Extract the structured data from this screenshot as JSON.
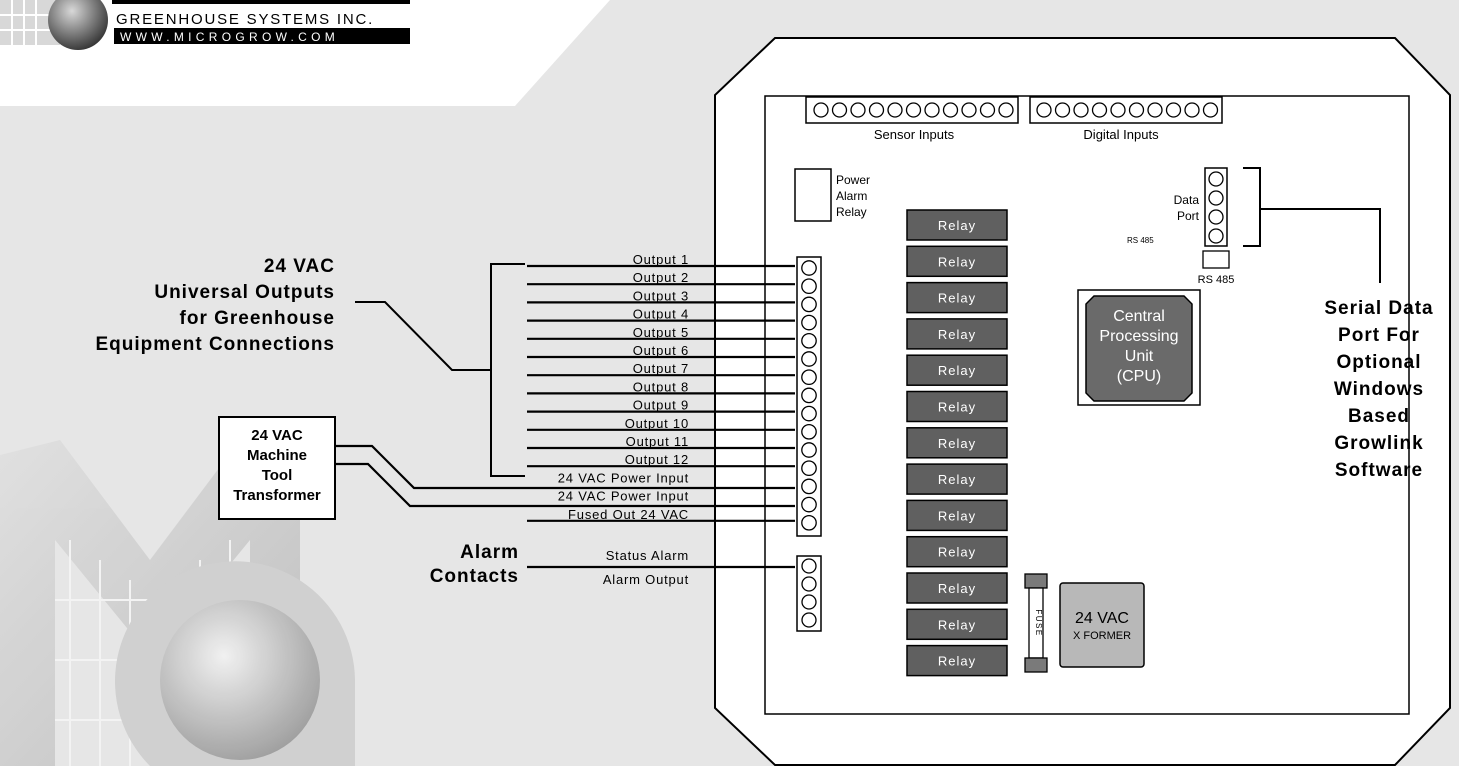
{
  "logo": {
    "company": "GREENHOUSE SYSTEMS INC.",
    "url": "WWW.MICROGROW.COM",
    "monogram": "MG",
    "icon": "globe-icon"
  },
  "board": {
    "sensor_inputs": "Sensor Inputs",
    "digital_inputs": "Digital Inputs",
    "power_alarm_relay": [
      "Power",
      "Alarm",
      "Relay"
    ],
    "data_port": [
      "Data",
      "Port"
    ],
    "rs485_small": "RS 485",
    "rs485_label": "RS 485",
    "cpu": [
      "Central",
      "Processing",
      "Unit",
      "(CPU)"
    ],
    "relays": [
      "Relay",
      "Relay",
      "Relay",
      "Relay",
      "Relay",
      "Relay",
      "Relay",
      "Relay",
      "Relay",
      "Relay",
      "Relay",
      "Relay",
      "Relay"
    ],
    "fuse": "FUSE",
    "xformer": [
      "24 VAC",
      "X FORMER"
    ]
  },
  "terminals": [
    "Output 1",
    "Output 2",
    "Output 3",
    "Output 4",
    "Output 5",
    "Output 6",
    "Output 7",
    "Output 8",
    "Output 9",
    "Output 10",
    "Output 11",
    "Output 12",
    "24 VAC Power Input",
    "24 VAC Power Input",
    "Fused Out 24 VAC"
  ],
  "alarm_terminals": [
    "Status Alarm",
    "Alarm Output"
  ],
  "callouts": {
    "outputs": [
      "24 VAC",
      "Universal Outputs",
      "for Greenhouse",
      "Equipment Connections"
    ],
    "transformer": [
      "24 VAC",
      "Machine",
      "Tool",
      "Transformer"
    ],
    "alarm": [
      "Alarm",
      "Contacts"
    ],
    "serial": [
      "Serial Data",
      "Port For",
      "Optional",
      "Windows",
      "Based",
      "Growlink",
      "Software"
    ]
  }
}
